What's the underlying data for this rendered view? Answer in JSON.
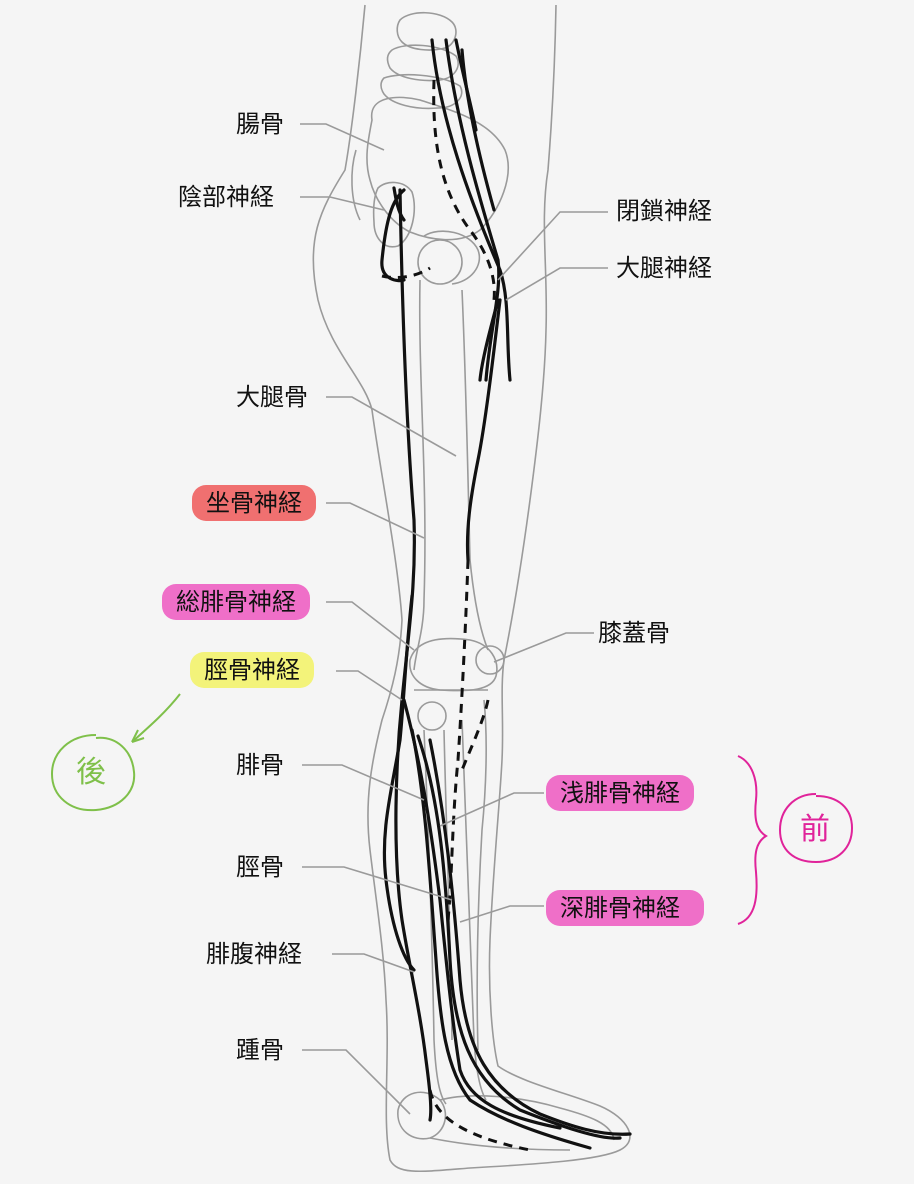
{
  "colors": {
    "sciatic": "#f07070",
    "peroneal": "#ef6fc8",
    "tibial": "#f3f37a",
    "green_annotation": "#7fc04a",
    "magenta_annotation": "#e0239a"
  },
  "labels": {
    "ilium": "腸骨",
    "pudendal_nerve": "陰部神経",
    "obturator_nerve": "閉鎖神経",
    "femoral_nerve": "大腿神経",
    "femur": "大腿骨",
    "sciatic_nerve": "坐骨神経",
    "common_peroneal_nerve": "総腓骨神経",
    "patella": "膝蓋骨",
    "tibial_nerve": "脛骨神経",
    "fibula": "腓骨",
    "superficial_peroneal_nerve": "浅腓骨神経",
    "tibia": "脛骨",
    "deep_peroneal_nerve": "深腓骨神経",
    "sural_nerve": "腓腹神経",
    "calcaneus": "踵骨"
  },
  "annotations": {
    "posterior": "後",
    "anterior": "前"
  }
}
